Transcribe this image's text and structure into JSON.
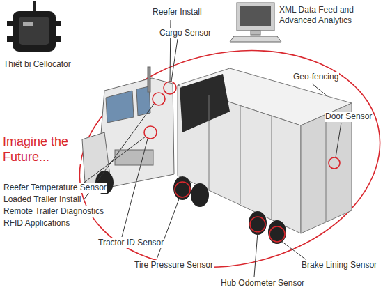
{
  "diagram": {
    "title": "Imagine the Future...",
    "labels": [
      "Reefer Install",
      "Cargo Sensor",
      "XML Data Feed and Advanced Analytics",
      "Thiết bị Cellocator",
      "Geo-fencing",
      "Door Sensor",
      "Reefer Temperature Sensor",
      "Loaded Trailer Install",
      "Remote Trailer Diagnostics",
      "RFID Applications",
      "Tractor ID Sensor",
      "Tire Pressure Sensor",
      "Brake Lining Sensor",
      "Hub Odometer Sensor"
    ]
  }
}
